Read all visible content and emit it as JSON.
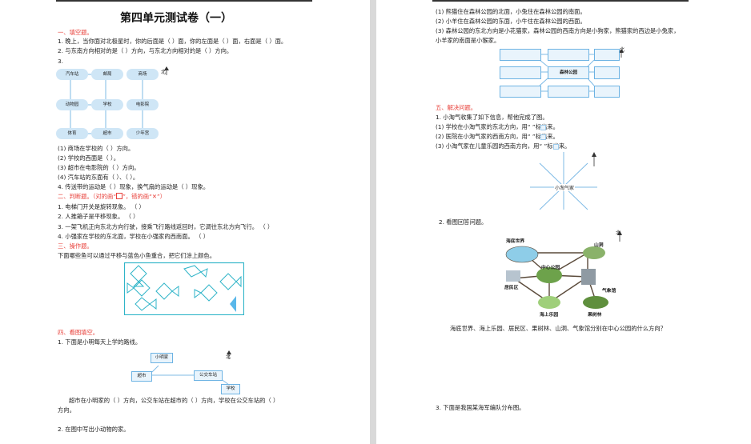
{
  "left": {
    "title": "第四单元测试卷（一）",
    "sec1": "一、填空题。",
    "q1": "1. 晚上，当你面对北极星时，你的后面是（     ）面，你的左面是（     ）面，右面是（     ）面。",
    "q2": "2. 与东南方向相对的是（     ）方向，与东北方向相对的是（     ）方向。",
    "q3": "3.",
    "map1": {
      "places": [
        "汽车站",
        "邮局",
        "商场",
        "动物园",
        "学校",
        "电影院",
        "体育",
        "超市",
        "少年宫"
      ],
      "north": "北"
    },
    "q3_items": [
      "(1) 商场在学校的（     ）方向。",
      "(2) 学校的西面是（     ）。",
      "(3) 超市在电影院的（     ）方向。",
      "(4) 汽车站的东面有（     ）、（     ）。"
    ],
    "q4": "4. 传送带的运动是（     ）现象，换气扇的运动是（     ）现象。",
    "sec2": "二、判断题。（对的画“",
    "sec2_tail": "”，错的画“✕”）",
    "tf": [
      "1. 电梯门开关是旋转现象。        （     ）",
      "2. 人推箱子是平移现象。    （     ）",
      "3. 一架飞机正向东北方向行驶，接乘飞行路线返回时，它调往东北方向飞行。     （     ）",
      "4. 小强家在学校的东北面，学校在小强家的西南面。        （     ）"
    ],
    "sec3": "三、操作题。",
    "op": "下面哪些鱼可以通过平移与蓝色小鱼重合，把它们涂上颜色。",
    "sec4": "四、看图填空。",
    "q5": "1. 下面是小明每天上学的路线。",
    "route": {
      "home": "小明家",
      "market": "超市",
      "bus": "公交车站",
      "school": "学校",
      "north": "北"
    },
    "q5_text1": "超市在小明家的（     ）方向，公交车站在超市的（     ）方向，学校在公交车站的（     ）",
    "q5_text2": "方向。",
    "q6": "2. 在图中写出小动物的家。"
  },
  "right": {
    "clues": [
      "(1) 熊猫住在森林公园的北面，小兔住在森林公园的南面。",
      "(2) 小羊住在森林公园的东面，小牛住在森林公园的西面。",
      "(3) 森林公园的东北方向是小花猫家，森林公园的西南方向是小狗家，熊猫家的西边是小兔家，",
      "小羊家的南面是小猴家。"
    ],
    "center": "森林公园",
    "north": "北",
    "sec5": "五、解决问题。",
    "p1": "1. 小淘气收集了如下信息，帮他完成了图。",
    "p1_items": [
      "(1) 学校在小淘气家的东北方向，用“     ”标出来。",
      "(2) 医院在小淘气家的西南方向，用“     ”标出来。",
      "(3) 小淘气家在儿童乐园的西南方向，用“     ”标出来。"
    ],
    "home_label": "小淘气家",
    "p2": "2. 看图回答问题。",
    "map2": {
      "places": [
        "海底世界",
        "山洞",
        "中心公园",
        "居民区",
        "气象馆",
        "海上乐园",
        "果树林"
      ],
      "north": "北"
    },
    "p2_q": "海底世界、海上乐园、居民区、果树林、山洞、气象馆分别在中心公园的什么方向？",
    "p3": "3. 下面是我国某海军编队分布图。"
  }
}
